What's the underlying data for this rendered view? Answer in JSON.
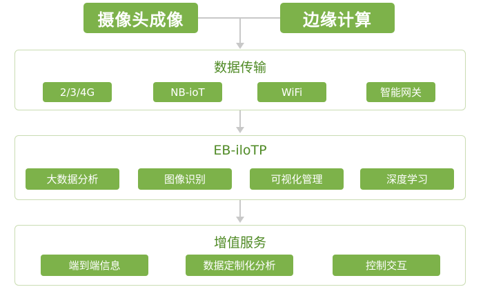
{
  "top": {
    "left": "摄像头成像",
    "right": "边缘计算"
  },
  "layers": [
    {
      "title": "数据传输",
      "items": [
        "2/3/4G",
        "NB-ioT",
        "WiFi",
        "智能网关"
      ]
    },
    {
      "title": "EB-iloTP",
      "items": [
        "大数据分析",
        "图像识别",
        "可视化管理",
        "深度学习"
      ]
    },
    {
      "title": "增值服务",
      "items": [
        "端到端信息",
        "数据定制化分析",
        "控制交互"
      ]
    }
  ],
  "colors": {
    "accent": "#7db24a",
    "title": "#4f8a25",
    "border": "#c9dcb2",
    "arrow": "#c8c8c8"
  }
}
